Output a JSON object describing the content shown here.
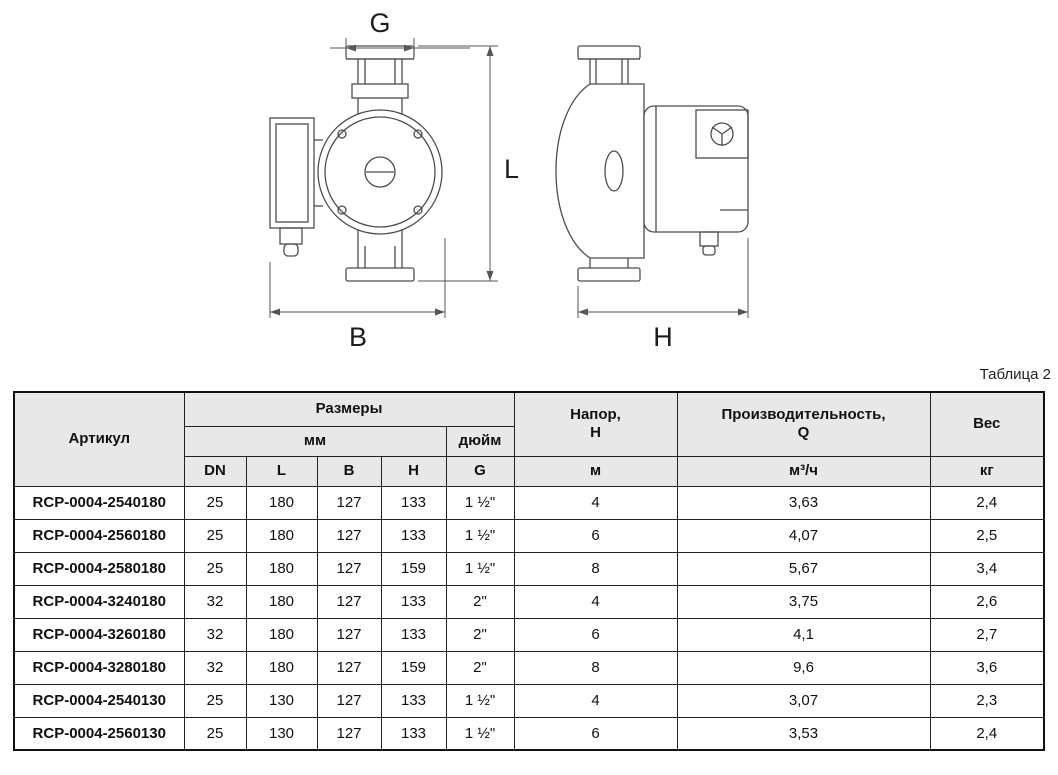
{
  "caption": "Таблица 2",
  "figure": {
    "labels": {
      "g": "G",
      "l": "L",
      "b": "B",
      "h": "H"
    }
  },
  "table": {
    "headers": {
      "article": "Артикул",
      "sizes": "Размеры",
      "mm": "мм",
      "inch": "дюйм",
      "dn": "DN",
      "l": "L",
      "b": "B",
      "h": "H",
      "g": "G",
      "head": "Напор,\nН",
      "head_unit": "м",
      "capacity": "Производительность,\nQ",
      "capacity_unit": "м³/ч",
      "weight": "Вес",
      "weight_unit": "кг"
    },
    "rows": [
      [
        "RCP-0004-2540180",
        "25",
        "180",
        "127",
        "133",
        "1 ½\"",
        "4",
        "3,63",
        "2,4"
      ],
      [
        "RCP-0004-2560180",
        "25",
        "180",
        "127",
        "133",
        "1 ½\"",
        "6",
        "4,07",
        "2,5"
      ],
      [
        "RCP-0004-2580180",
        "25",
        "180",
        "127",
        "159",
        "1 ½\"",
        "8",
        "5,67",
        "3,4"
      ],
      [
        "RCP-0004-3240180",
        "32",
        "180",
        "127",
        "133",
        "2\"",
        "4",
        "3,75",
        "2,6"
      ],
      [
        "RCP-0004-3260180",
        "32",
        "180",
        "127",
        "133",
        "2\"",
        "6",
        "4,1",
        "2,7"
      ],
      [
        "RCP-0004-3280180",
        "32",
        "180",
        "127",
        "159",
        "2\"",
        "8",
        "9,6",
        "3,6"
      ],
      [
        "RCP-0004-2540130",
        "25",
        "130",
        "127",
        "133",
        "1 ½\"",
        "4",
        "3,07",
        "2,3"
      ],
      [
        "RCP-0004-2560130",
        "25",
        "130",
        "127",
        "133",
        "1 ½\"",
        "6",
        "3,53",
        "2,4"
      ]
    ]
  }
}
